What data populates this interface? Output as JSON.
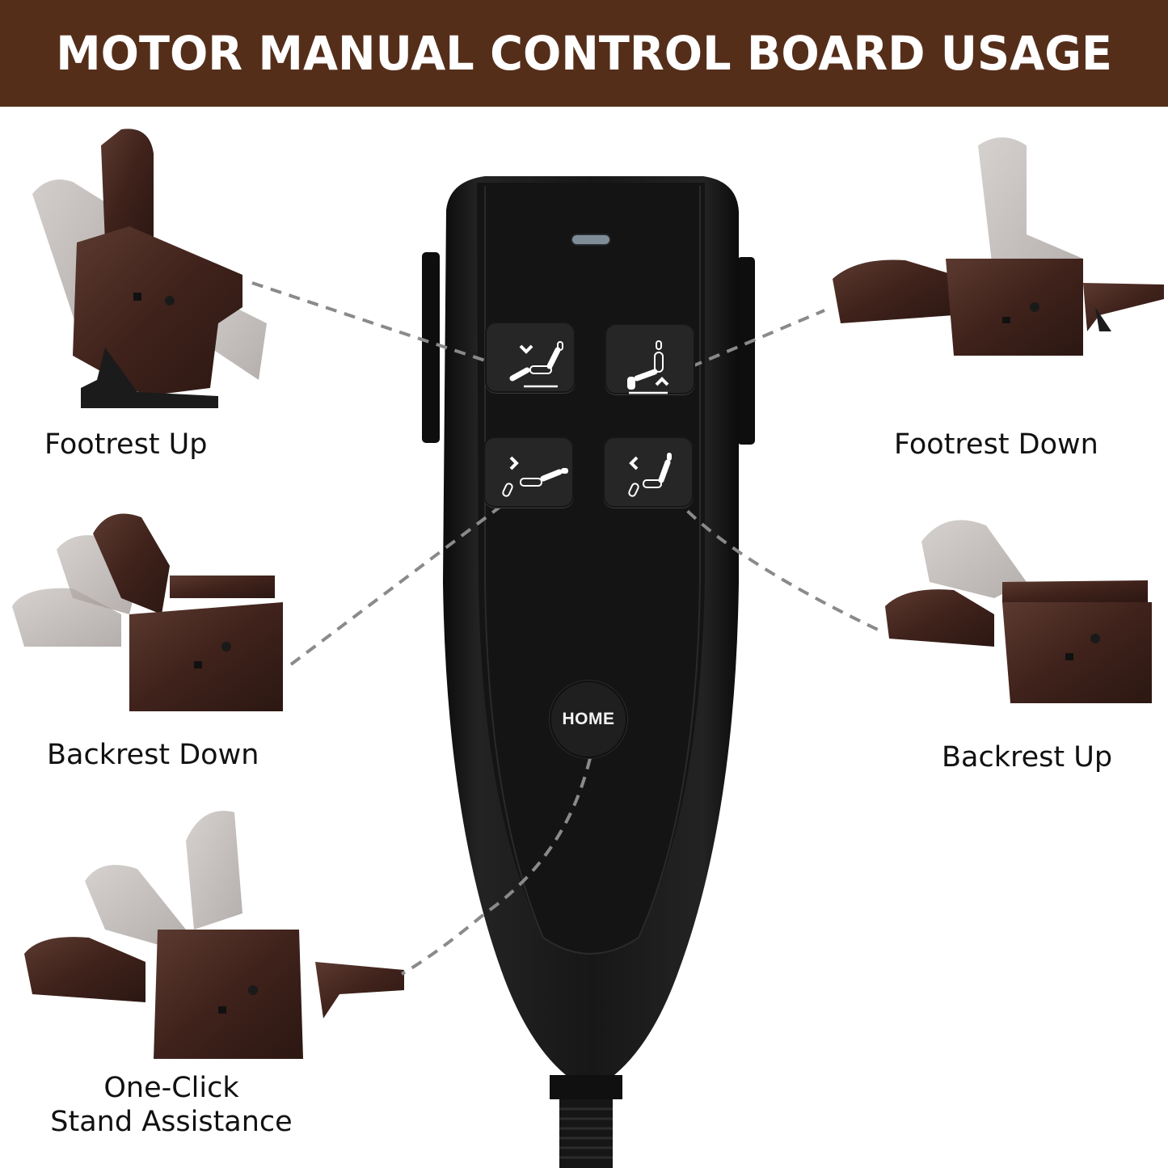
{
  "header": {
    "title": "MOTOR MANUAL CONTROL BOARD USAGE",
    "background_color": "#552e1a",
    "text_color": "#ffffff"
  },
  "remote": {
    "indicator_light": "status-led",
    "buttons": [
      {
        "id": "footrest-up",
        "icon": "footrest-up-icon",
        "position": "top-left"
      },
      {
        "id": "footrest-down",
        "icon": "footrest-down-icon",
        "position": "top-right"
      },
      {
        "id": "backrest-down",
        "icon": "backrest-down-icon",
        "position": "middle-left"
      },
      {
        "id": "backrest-up",
        "icon": "backrest-up-icon",
        "position": "middle-right"
      }
    ],
    "home_button": {
      "label": "HOME"
    },
    "body_color": "#141414",
    "button_color": "#262626"
  },
  "functions": [
    {
      "label": "Footrest Up",
      "button": "footrest-up"
    },
    {
      "label": "Footrest Down",
      "button": "footrest-down"
    },
    {
      "label": "Backrest Down",
      "button": "backrest-down"
    },
    {
      "label": "Backrest Up",
      "button": "backrest-up"
    },
    {
      "label_line1": "One-Click",
      "label_line2": "Stand Assistance",
      "button": "home"
    }
  ],
  "colors": {
    "leather": "#4a2a22",
    "ghost": "#a79f9c",
    "dash": "#8a8a8a"
  }
}
